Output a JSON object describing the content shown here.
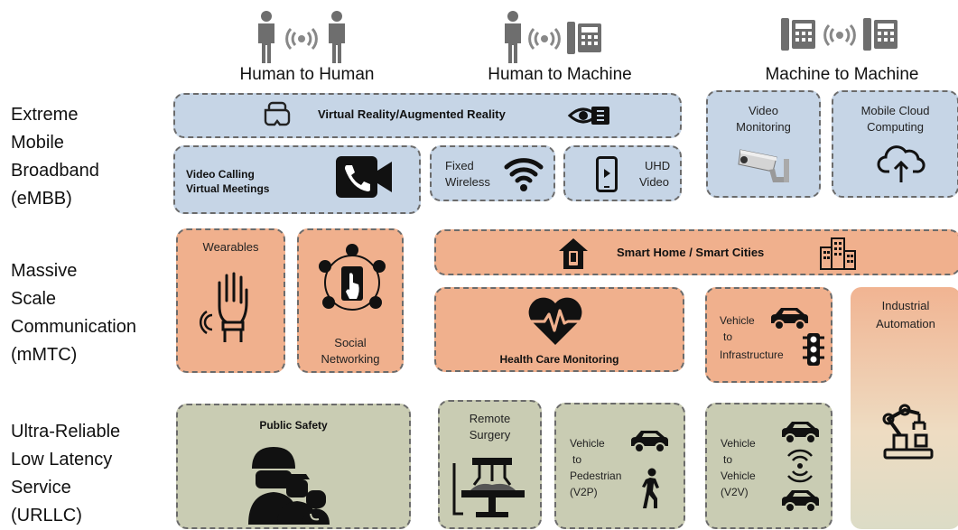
{
  "headers": {
    "h2h": "Human to Human",
    "h2m": "Human to Machine",
    "m2m": "Machine to Machine"
  },
  "rows": {
    "embb": [
      "Extreme",
      "Mobile",
      "Broadband",
      "(eMBB)"
    ],
    "mmtc": [
      "Massive",
      "Scale",
      "Communication",
      "(mMTC)"
    ],
    "urllc": [
      "Ultra-Reliable",
      "Low Latency",
      "Service",
      "(URLLC)"
    ]
  },
  "embb": {
    "vr": "Virtual Reality/Augmented Reality",
    "video_calling": "Video Calling",
    "virtual_meetings": "Virtual Meetings",
    "fixed": "Fixed",
    "wireless": "Wireless",
    "uhd": "UHD",
    "video": "Video",
    "video_mon_1": "Video",
    "video_mon_2": "Monitoring",
    "cloud_1": "Mobile Cloud",
    "cloud_2": "Computing"
  },
  "mmtc": {
    "wearables": "Wearables",
    "social_1": "Social",
    "social_2": "Networking",
    "smart_home": "Smart Home / Smart Cities",
    "health": "Health Care Monitoring",
    "v2i_1": "Vehicle",
    "v2i_2": "to",
    "v2i_3": "Infrastructure",
    "industrial_1": "Industrial",
    "industrial_2": "Automation"
  },
  "urllc": {
    "public_safety": "Public Safety",
    "remote_1": "Remote",
    "remote_2": "Surgery",
    "v2p_1": "Vehicle",
    "v2p_2": "to",
    "v2p_3": "Pedestrian",
    "v2p_4": "(V2P)",
    "v2v_1": "Vehicle",
    "v2v_2": "to",
    "v2v_3": "Vehicle",
    "v2v_4": "(V2V)"
  },
  "colors": {
    "embb_fill": "#c6d5e6",
    "mmtc_fill": "#f0b08d",
    "urllc_fill": "#c9ccb3",
    "icon_gray": "#6e6e6e",
    "icon_dark": "#111111"
  }
}
